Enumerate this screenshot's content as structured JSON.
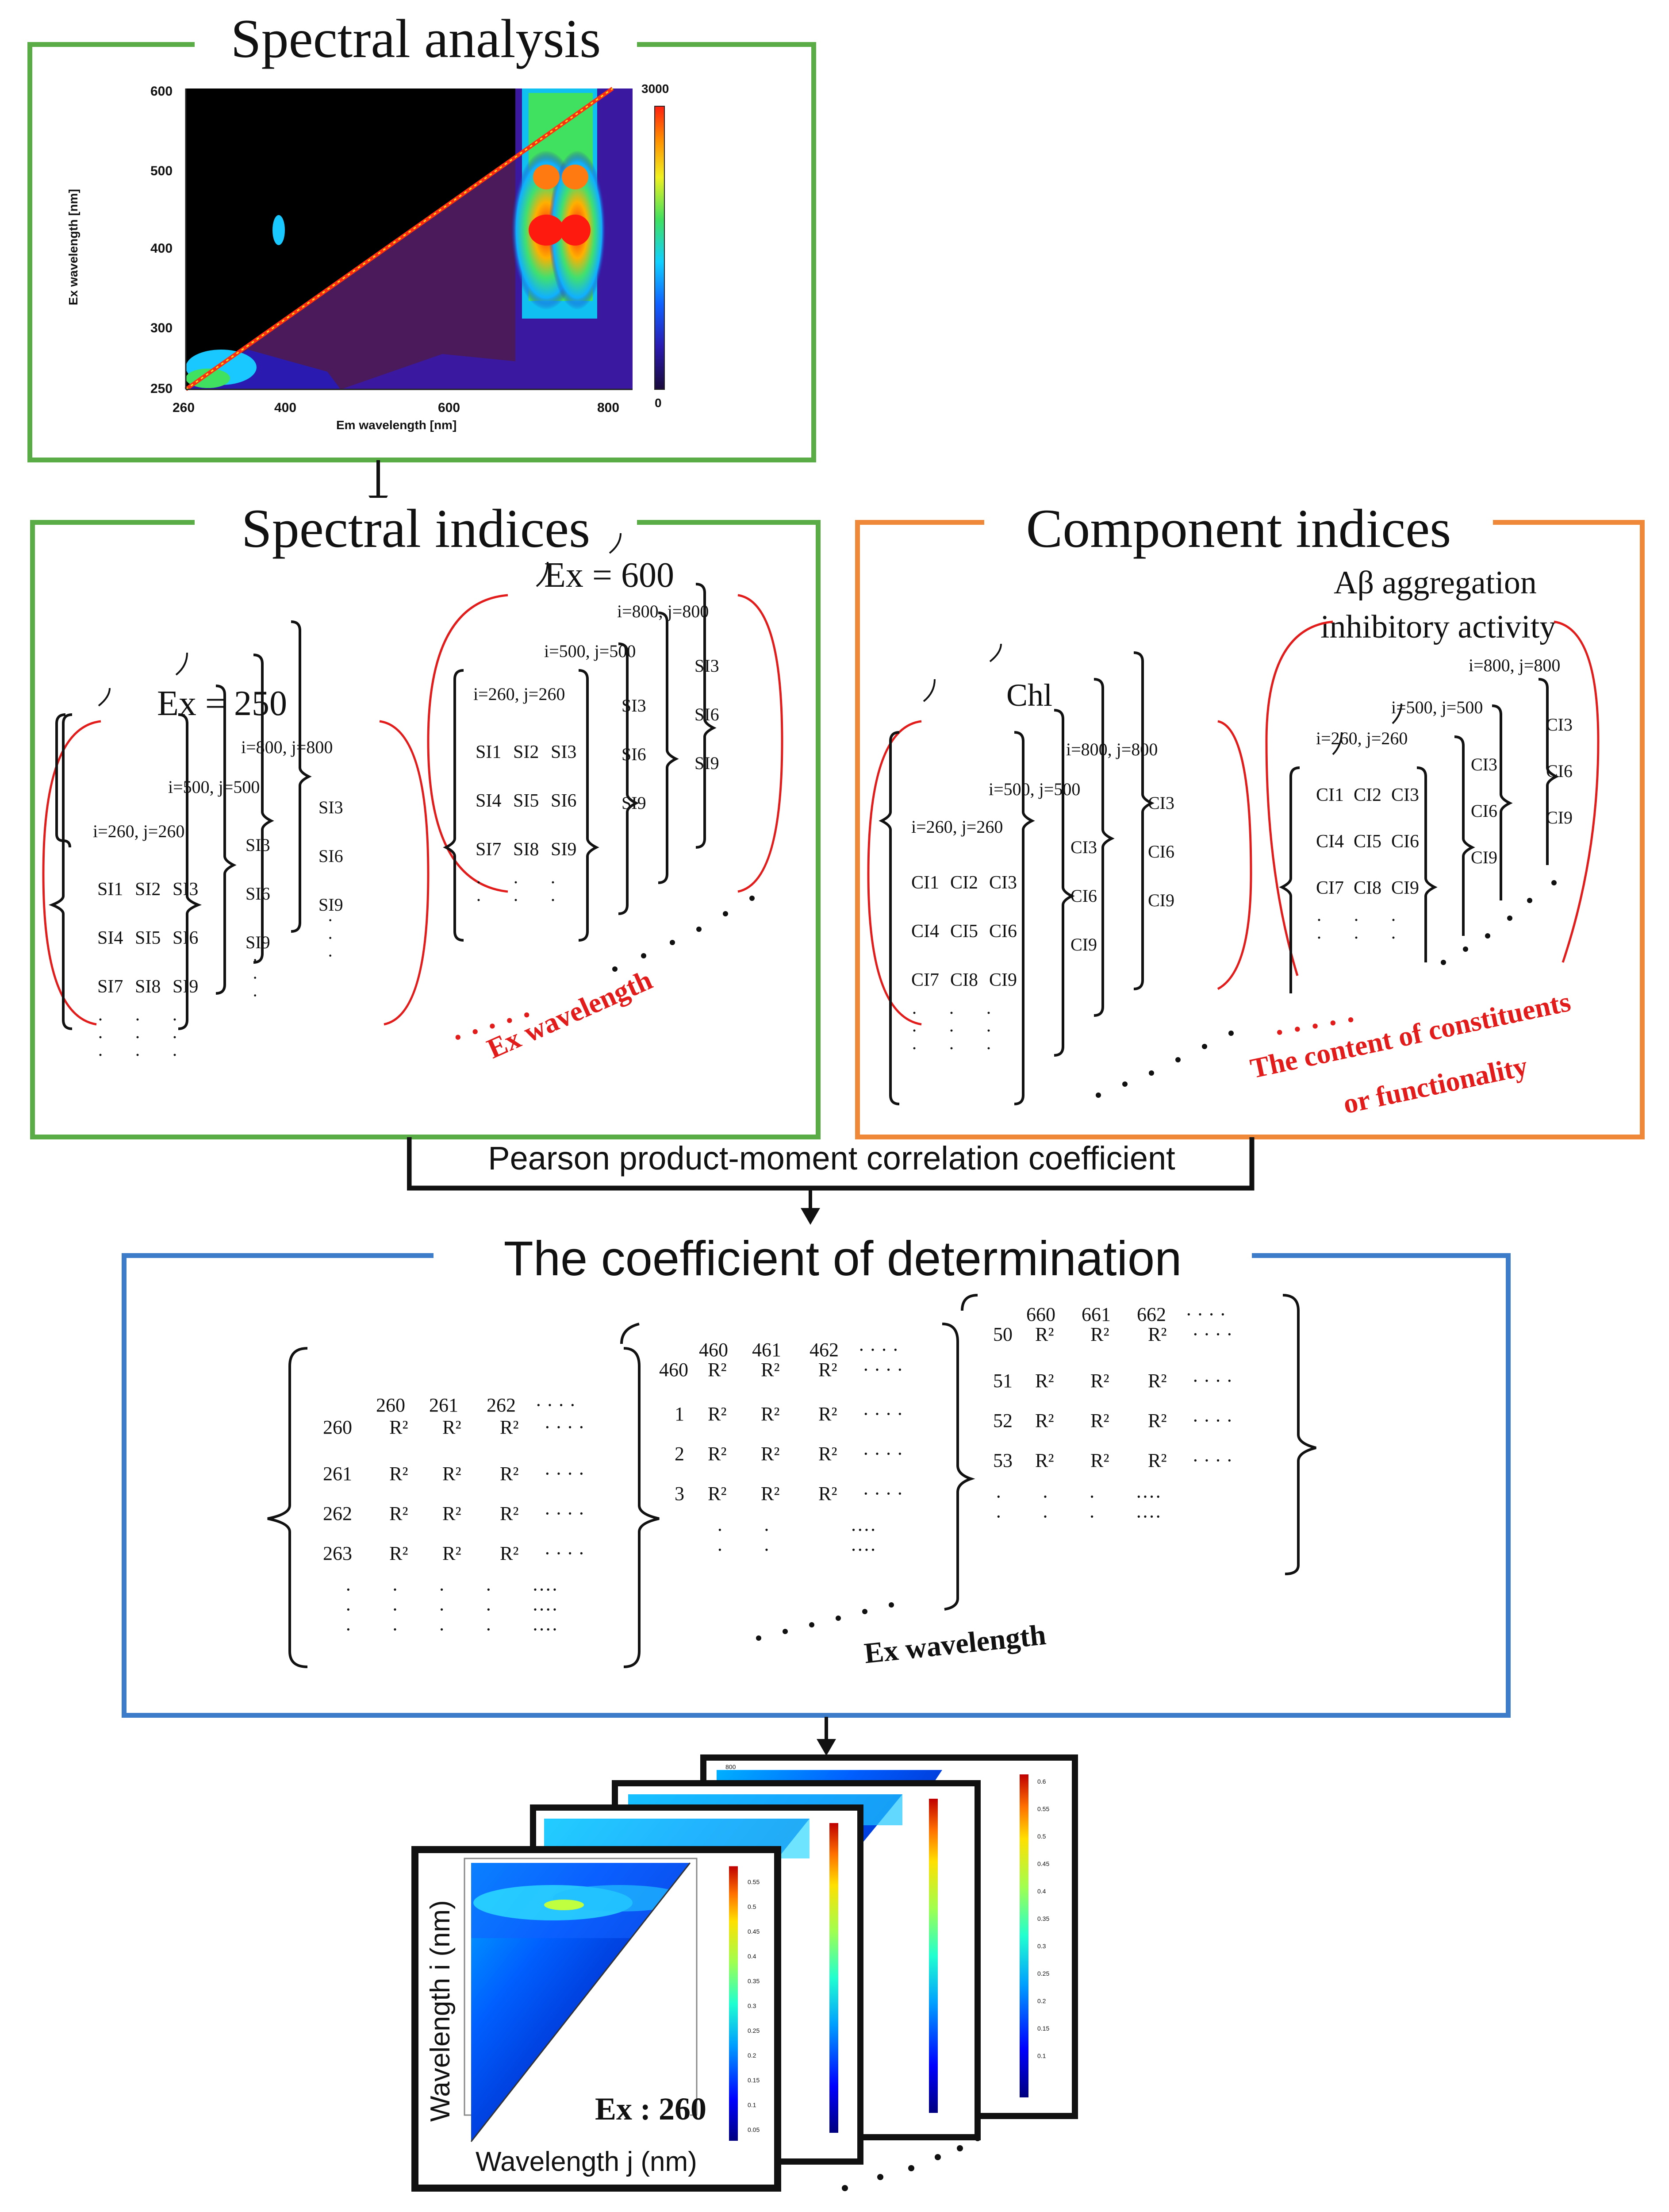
{
  "sections": {
    "spectral_analysis": {
      "title": "Spectral analysis",
      "y_label": "Ex wavelength [nm]",
      "x_label": "Em wavelength [nm]",
      "x_ticks": [
        "260",
        "400",
        "600",
        "800"
      ],
      "y_ticks": [
        "600",
        "500",
        "400",
        "300",
        "250"
      ],
      "colorbar_max": "3000",
      "colorbar_min": "0"
    },
    "spectral_indices": {
      "title": "Spectral indices",
      "ex_first": {
        "ex_label": "Ex = 250"
      },
      "ex_last": {
        "ex_label": "Ex = 600"
      },
      "layer_labels": [
        "i=260, j=260",
        "i=500, j=500",
        "i=800, j=800"
      ],
      "front_matrix": [
        [
          "SI1",
          "SI2",
          "SI3"
        ],
        [
          "SI4",
          "SI5",
          "SI6"
        ],
        [
          "SI7",
          "SI8",
          "SI9"
        ]
      ],
      "side_column": [
        "SI3",
        "SI6",
        "SI9"
      ],
      "axis_caption": "Ex wavelength"
    },
    "component_indices": {
      "title": "Component indices",
      "chl_label": "Chl",
      "abeta_label_line1": "Aβ aggregation",
      "abeta_label_line2": "inhibitory activity",
      "layer_labels": [
        "i=260, j=260",
        "i=500, j=500",
        "i=800, j=800"
      ],
      "front_matrix": [
        [
          "CI1",
          "CI2",
          "CI3"
        ],
        [
          "CI4",
          "CI5",
          "CI6"
        ],
        [
          "CI7",
          "CI8",
          "CI9"
        ]
      ],
      "side_column": [
        "CI3",
        "CI6",
        "CI9"
      ],
      "caption_line1": "The content of constituents",
      "caption_line2": "or functionality"
    },
    "pearson": {
      "label": "Pearson product-moment correlation coefficient"
    },
    "determination": {
      "title": "The coefficient of determination",
      "matrix_1": {
        "cols": [
          "260",
          "261",
          "262"
        ],
        "rows": [
          "260",
          "261",
          "262",
          "263"
        ]
      },
      "matrix_2": {
        "cols": [
          "460",
          "461",
          "462"
        ],
        "rows": [
          "460",
          "1",
          "2",
          "3"
        ]
      },
      "matrix_3": {
        "cols": [
          "660",
          "661",
          "662"
        ],
        "rows": [
          "50",
          "51",
          "52",
          "53"
        ]
      },
      "cell": "R²",
      "axis_caption": "Ex wavelength"
    },
    "heatmaps": {
      "y_label": "Wavelength i (nm)",
      "x_label": "Wavelength j (nm)",
      "ex_label": "Ex : 260",
      "colorbar_ticks": [
        "0.6",
        "0.55",
        "0.5",
        "0.45",
        "0.4",
        "0.35",
        "0.3",
        "0.25",
        "0.2",
        "0.15",
        "0.1",
        "0.05"
      ],
      "back_tick": "800"
    }
  },
  "colors": {
    "green_frame": "#5aac46",
    "orange_frame": "#f0883a",
    "blue_frame": "#3d7cc9",
    "red_accent": "#e21b1b"
  },
  "icons": [
    "arrow-down-icon"
  ]
}
